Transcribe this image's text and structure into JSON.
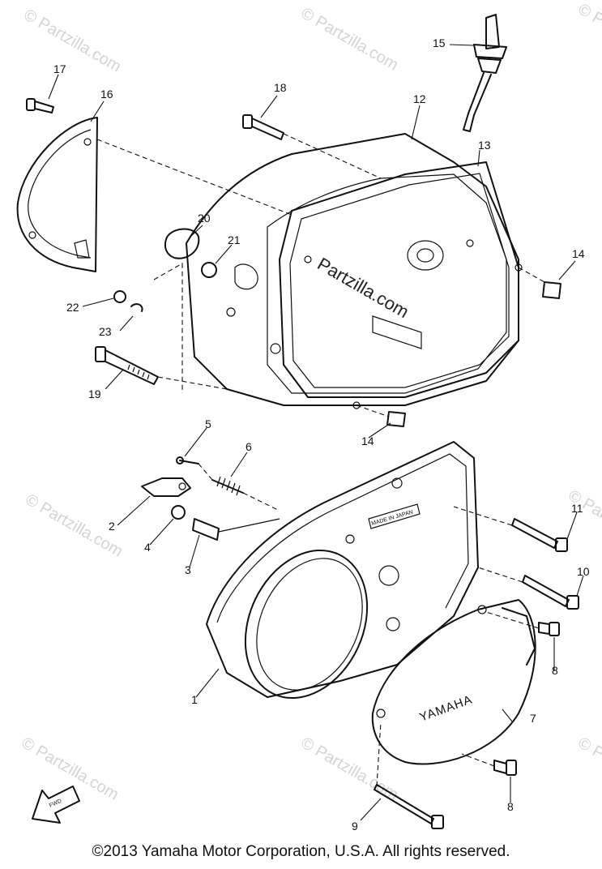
{
  "watermark": "© Partzilla.com",
  "center_watermark": "Partzilla.com",
  "cover_emboss": "YAMAHA",
  "made_in_japan": "MADE IN JAPAN",
  "fwd_arrow": "FWD",
  "copyright": "©2013 Yamaha Motor Corporation, U.S.A. All rights reserved.",
  "callouts": [
    "1",
    "2",
    "3",
    "4",
    "5",
    "6",
    "7",
    "8",
    "8",
    "9",
    "10",
    "11",
    "12",
    "13",
    "14",
    "14",
    "15",
    "16",
    "17",
    "18",
    "19",
    "20",
    "21",
    "22",
    "23"
  ]
}
